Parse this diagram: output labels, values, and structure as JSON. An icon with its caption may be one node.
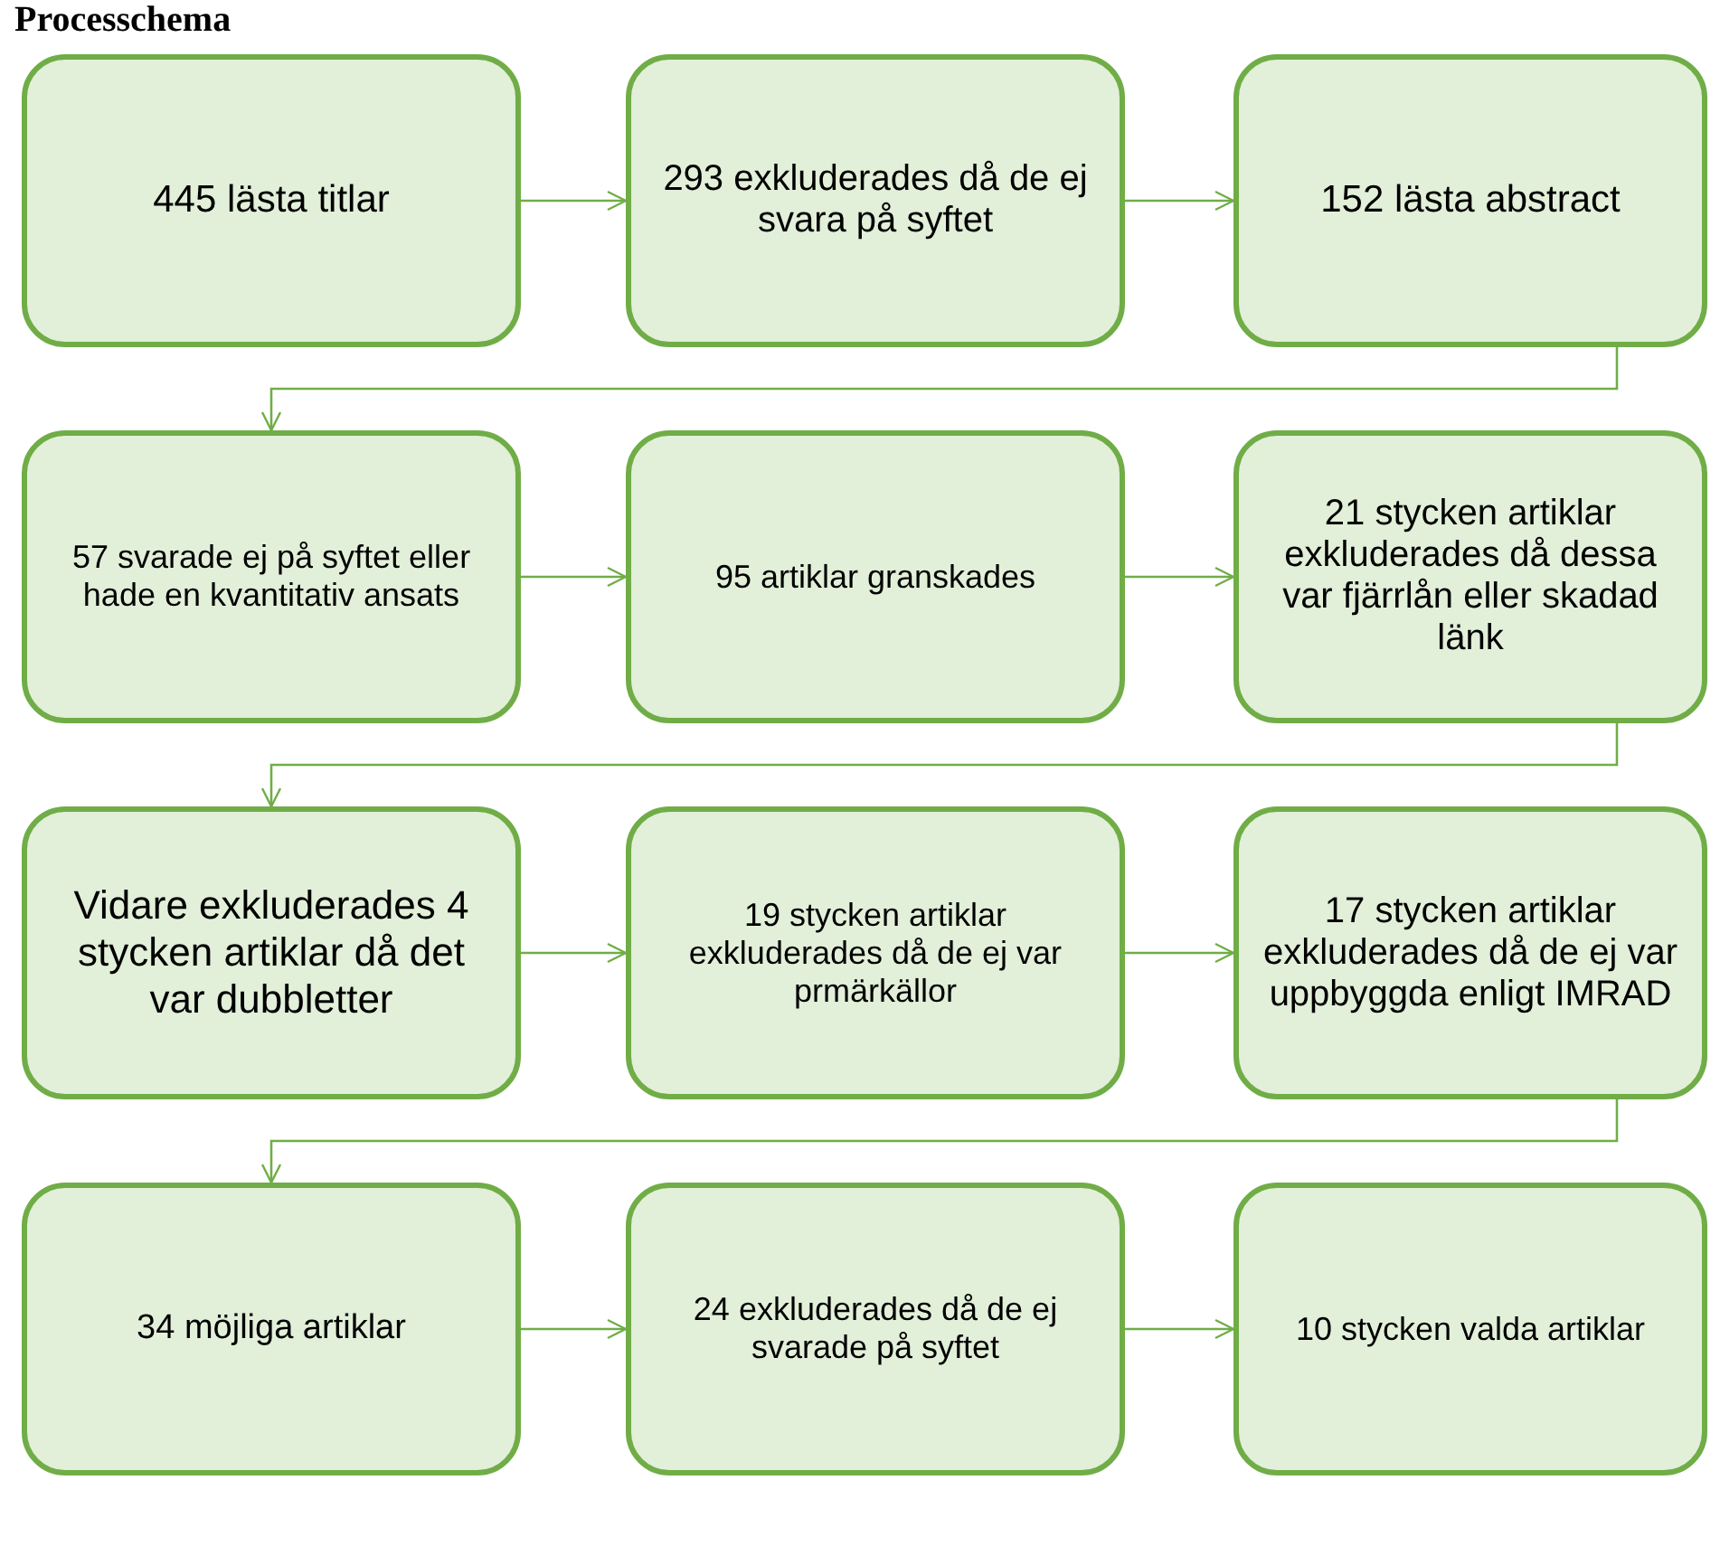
{
  "diagram": {
    "title": "Processchema",
    "nodes": [
      {
        "text": [
          "445 lästa titlar"
        ]
      },
      {
        "text": [
          "293 exkluderades då de ej svara på syftet"
        ]
      },
      {
        "text": [
          "152 lästa abstract"
        ]
      },
      {
        "text": [
          "57 svarade ej på syftet eller hade en kvantitativ ansats"
        ]
      },
      {
        "text": [
          "95 artiklar granskades"
        ]
      },
      {
        "text": [
          "21 stycken artiklar exkluderades då dessa var fjärrlån eller skadad länk"
        ]
      },
      {
        "text": [
          "Vidare exkluderades 4 stycken artiklar då det var dubbletter"
        ]
      },
      {
        "text": [
          "19 stycken artiklar exkluderades då de ej var prmärkällor"
        ]
      },
      {
        "text": [
          "17 stycken artiklar exkluderades då de ej var uppbyggda enligt IMRAD"
        ]
      },
      {
        "text": [
          "34 möjliga artiklar"
        ]
      },
      {
        "text": [
          "24 exkluderades då de ej svarade på syftet"
        ]
      },
      {
        "text": [
          "10 stycken valda artiklar"
        ]
      }
    ],
    "edges": [
      {
        "from": 0,
        "to": 1,
        "arrow": "to"
      },
      {
        "from": 1,
        "to": 2,
        "arrow": "to"
      },
      {
        "from": 2,
        "to": 3,
        "arrow": "to"
      },
      {
        "from": 3,
        "to": 4,
        "arrow": "to"
      },
      {
        "from": 4,
        "to": 5,
        "arrow": "to"
      },
      {
        "from": 5,
        "to": 6,
        "arrow": "to"
      },
      {
        "from": 6,
        "to": 7,
        "arrow": "to"
      },
      {
        "from": 7,
        "to": 8,
        "arrow": "to"
      },
      {
        "from": 8,
        "to": 9,
        "arrow": "to"
      },
      {
        "from": 9,
        "to": 10,
        "arrow": "to"
      },
      {
        "from": 10,
        "to": 11,
        "arrow": "to"
      }
    ]
  }
}
